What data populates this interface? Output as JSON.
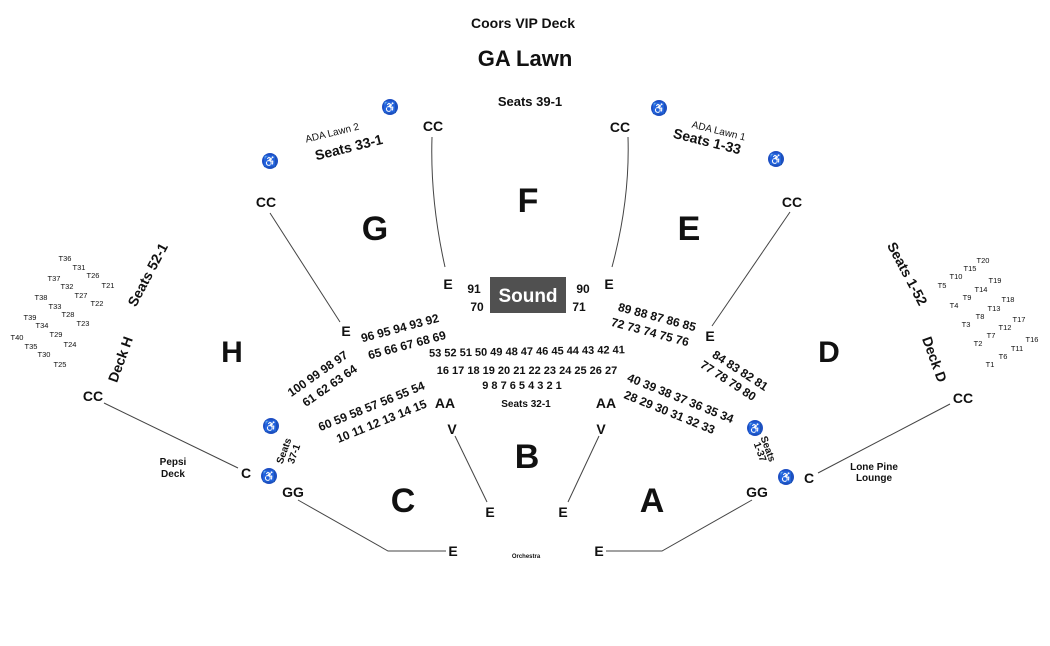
{
  "map": {
    "title": "Coors VIP Deck",
    "lawn": "GA Lawn",
    "lawn_seats": "Seats 39-1",
    "sound": "Sound",
    "orchestra": "Orchestra",
    "aisle_center": "Seats 32-1",
    "ada_icon": "wheelchair-icon",
    "ada_color": "#1e4fc4",
    "sound_color": "#505050"
  },
  "sections": {
    "F": "F",
    "G": "G",
    "E": "E",
    "H": "H",
    "D": "D",
    "B": "B",
    "C": "C",
    "A": "A"
  },
  "lawn_labels": {
    "ada2": "ADA Lawn 2",
    "seats_left": "Seats 33-1",
    "ada1": "ADA Lawn 1",
    "seats_right": "Seats 1-33"
  },
  "aisles": {
    "cc": "CC",
    "e": "E",
    "aa": "AA",
    "v": "V",
    "gg": "GG",
    "c": "C"
  },
  "decks": {
    "deck_h": "Deck H",
    "deck_d": "Deck D",
    "seats_h": "Seats 52-1",
    "seats_d": "Seats 1-52",
    "pepsi_1": "Pepsi",
    "pepsi_2": "Deck",
    "lone_1": "Lone Pine",
    "lone_2": "Lounge",
    "seats_37": "Seats",
    "seats_37n": "37-1",
    "seats_1_37": "Seats",
    "seats_1_37n": "1-37"
  },
  "seat_rows": {
    "r91": "91",
    "r70": "70",
    "r90": "90",
    "r71": "71",
    "row_53_41": "53 52 51 50 49 48 47 46 45 44 43 42 41",
    "row_16_27": "16 17 18 19 20 21 22 23 24 25 26 27",
    "row_9_1": "9  8  7  6  5  4  3  2  1",
    "row_96_92": "96 95 94 93 92",
    "row_65_69": "65 66 67 68 69",
    "row_100_97": "100 99 98 97",
    "row_61_64": "61 62 63 64",
    "row_60_54": "60 59 58 57 56 55 54",
    "row_10_15": "10 11 12 13 14 15",
    "row_89_85": "89 88 87 86 85",
    "row_72_76": "72 73 74 75 76",
    "row_84_81": "84 83 82 81",
    "row_77_80": "77 78 79 80",
    "row_40_34": "40 39 38 37 36 35 34",
    "row_28_33": "28 29 30 31 32 33"
  },
  "tables_left": [
    "T36",
    "T31",
    "T37",
    "T26",
    "T21",
    "T32",
    "T27",
    "T38",
    "T33",
    "T22",
    "T28",
    "T39",
    "T34",
    "T23",
    "T29",
    "T40",
    "T24",
    "T35",
    "T30",
    "T25"
  ],
  "tables_right": [
    "T20",
    "T15",
    "T10",
    "T19",
    "T5",
    "T14",
    "T9",
    "T18",
    "T4",
    "T13",
    "T8",
    "T17",
    "T3",
    "T12",
    "T7",
    "T16",
    "T2",
    "T11",
    "T6",
    "T1"
  ]
}
